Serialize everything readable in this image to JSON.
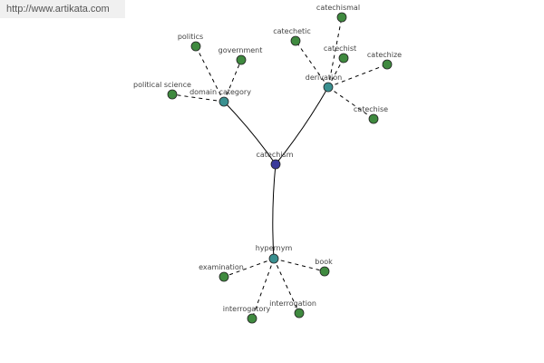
{
  "site_url": "http://www.artikata.com",
  "colors": {
    "root": "#3a3a9a",
    "hub": "#3a9090",
    "leaf": "#3f8a3f",
    "edge": "#000000",
    "label": "#444444"
  },
  "nodes": [
    {
      "id": "catechism",
      "label": "catechism",
      "kind": "root"
    },
    {
      "id": "domain-category",
      "label": "domain category",
      "kind": "hub"
    },
    {
      "id": "derivation",
      "label": "derivation",
      "kind": "hub"
    },
    {
      "id": "hypernym",
      "label": "hypernym",
      "kind": "hub"
    },
    {
      "id": "politics",
      "label": "politics",
      "kind": "leaf"
    },
    {
      "id": "government",
      "label": "government",
      "kind": "leaf"
    },
    {
      "id": "political-science",
      "label": "political science",
      "kind": "leaf"
    },
    {
      "id": "catechismal",
      "label": "catechismal",
      "kind": "leaf"
    },
    {
      "id": "catechetic",
      "label": "catechetic",
      "kind": "leaf"
    },
    {
      "id": "catechist",
      "label": "catechist",
      "kind": "leaf"
    },
    {
      "id": "catechize",
      "label": "catechize",
      "kind": "leaf"
    },
    {
      "id": "catechise",
      "label": "catechise",
      "kind": "leaf"
    },
    {
      "id": "examination",
      "label": "examination",
      "kind": "leaf"
    },
    {
      "id": "book",
      "label": "book",
      "kind": "leaf"
    },
    {
      "id": "interrogatory",
      "label": "interrogatory",
      "kind": "leaf"
    },
    {
      "id": "interrogation",
      "label": "interrogation",
      "kind": "leaf"
    }
  ],
  "edges": [
    {
      "from": "catechism",
      "to": "domain-category",
      "style": "solid"
    },
    {
      "from": "catechism",
      "to": "derivation",
      "style": "solid"
    },
    {
      "from": "catechism",
      "to": "hypernym",
      "style": "solid"
    },
    {
      "from": "domain-category",
      "to": "politics",
      "style": "dashed"
    },
    {
      "from": "domain-category",
      "to": "government",
      "style": "dashed"
    },
    {
      "from": "domain-category",
      "to": "political-science",
      "style": "dashed"
    },
    {
      "from": "derivation",
      "to": "catechismal",
      "style": "dashed"
    },
    {
      "from": "derivation",
      "to": "catechetic",
      "style": "dashed"
    },
    {
      "from": "derivation",
      "to": "catechist",
      "style": "dashed"
    },
    {
      "from": "derivation",
      "to": "catechize",
      "style": "dashed"
    },
    {
      "from": "derivation",
      "to": "catechise",
      "style": "dashed"
    },
    {
      "from": "hypernym",
      "to": "examination",
      "style": "dashed"
    },
    {
      "from": "hypernym",
      "to": "book",
      "style": "dashed"
    },
    {
      "from": "hypernym",
      "to": "interrogatory",
      "style": "dashed"
    },
    {
      "from": "hypernym",
      "to": "interrogation",
      "style": "dashed"
    }
  ]
}
